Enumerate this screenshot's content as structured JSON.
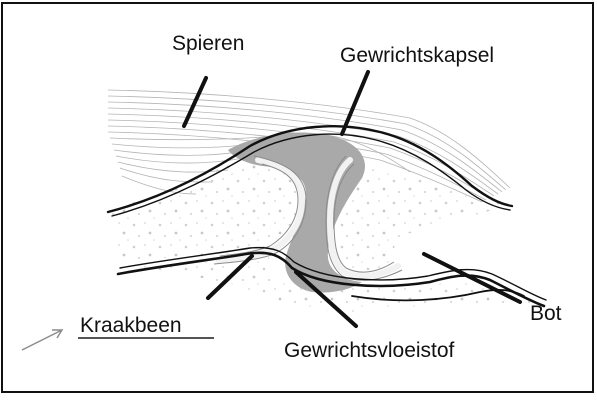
{
  "labels": {
    "spieren": "Spieren",
    "gewrichtskapsel": "Gewrichtskapsel",
    "kraakbeen": "Kraakbeen",
    "bot": "Bot",
    "gewrichtsvloeistof": "Gewrichtsvloeistof"
  },
  "colors": {
    "frame": "#111111",
    "ink": "#111111",
    "capsule_fill": "#a9a9a9",
    "muscle_line": "#b4b4b4",
    "bone_speckle": "#cfcfcf",
    "cartilage": "#f2f2f2",
    "arrow": "#8c8c8c"
  }
}
